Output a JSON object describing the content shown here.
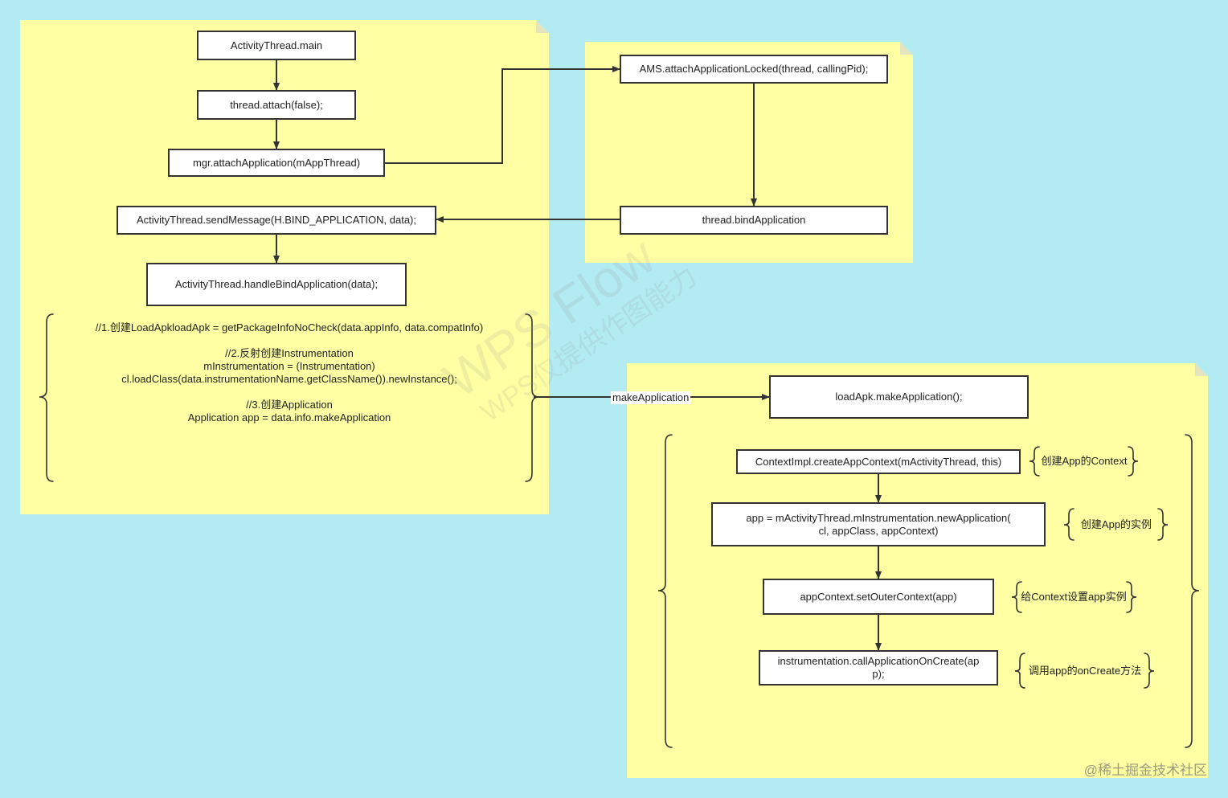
{
  "nodes": {
    "activity_main": "ActivityThread.main",
    "thread_attach": "thread.attach(false);",
    "mgr_attach": "mgr.attachApplication(mAppThread)",
    "send_message": "ActivityThread.sendMessage(H.BIND_APPLICATION, data);",
    "handle_bind": "ActivityThread.handleBindApplication(data);",
    "ams_attach": "AMS.attachApplicationLocked(thread, callingPid);",
    "bind_application": "thread.bindApplication",
    "load_apk": "loadApk.makeApplication();",
    "create_context": "ContextImpl.createAppContext(mActivityThread, this)",
    "new_application": "app = mActivityThread.mInstrumentation.newApplication(\ncl, appClass, appContext)",
    "set_outer": "appContext.setOuterContext(app)",
    "call_oncreate": "instrumentation.callApplicationOnCreate(ap\np);"
  },
  "handle_bind_steps": {
    "step1": "//1.创建LoadApkloadApk = getPackageInfoNoCheck(data.appInfo, data.compatInfo)",
    "step2": "//2.反射创建Instrumentation\nmInstrumentation = (Instrumentation)\ncl.loadClass(data.instrumentationName.getClassName()).newInstance();",
    "step3": "//3.创建Application\nApplication app = data.info.makeApplication"
  },
  "annotations": {
    "create_context": "创建App的Context",
    "new_application": "创建App的实例",
    "set_outer": "给Context设置app实例",
    "call_oncreate": "调用app的onCreate方法"
  },
  "edge_labels": {
    "make_application": "makeApplication"
  },
  "watermark": {
    "main": "WPS Flow",
    "sub": "WPS仅提供作图能力"
  },
  "credit": "@稀土掘金技术社区",
  "colors": {
    "background": "#b2ebf2",
    "note": "#ffffa3",
    "box_border": "#333333",
    "line": "#333333"
  }
}
